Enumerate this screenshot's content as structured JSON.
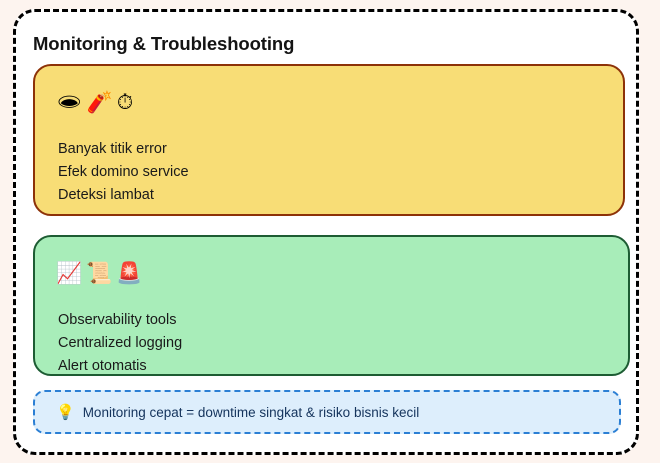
{
  "page": {
    "background_color": "#fdf4ef",
    "card_background": "#ffffff",
    "card_border_color": "#000000"
  },
  "header": {
    "title": "Monitoring & Troubleshooting"
  },
  "panels": [
    {
      "key": "problems",
      "fill_color": "#f8dd76",
      "border_color": "#8d3208",
      "icons": [
        "hole-icon",
        "firecracker-icon",
        "stopwatch-icon"
      ],
      "icons_glyphs": "🕳 🧨 ⏱",
      "lines": [
        "Banyak titik error",
        "Efek domino service",
        "Deteksi lambat"
      ]
    },
    {
      "key": "solutions",
      "fill_color": "#a8edb9",
      "border_color": "#1d5c33",
      "icons": [
        "chart-increasing-icon",
        "scroll-icon",
        "rotating-light-icon"
      ],
      "icons_glyphs": "📈 📜 🚨",
      "lines": [
        "Observability tools",
        "Centralized logging",
        "Alert otomatis"
      ]
    }
  ],
  "note": {
    "icon": "lightbulb-icon",
    "icon_glyph": "💡",
    "text": "Monitoring cepat = downtime singkat & risiko bisnis kecil",
    "fill_color": "#ddeefc",
    "border_color": "#2b7fd4"
  }
}
